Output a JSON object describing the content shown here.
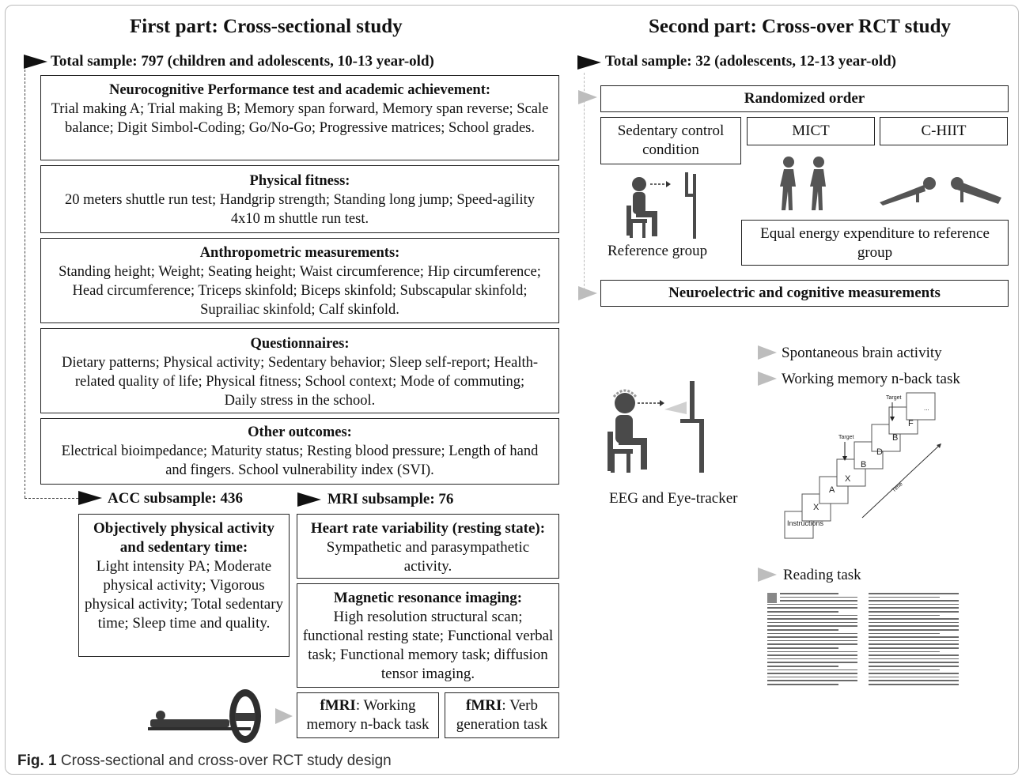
{
  "left": {
    "title": "First part: Cross-sectional study",
    "sample": "Total sample: 797 (children and adolescents, 10-13 year-old)",
    "boxes": [
      {
        "heading": "Neurocognitive Performance test and academic achievement:",
        "text": "Trial making A; Trial making B; Memory span forward, Memory span reverse; Scale balance; Digit Simbol-Coding; Go/No-Go; Progressive matrices; School grades."
      },
      {
        "heading": "Physical fitness:",
        "text": "20 meters shuttle run test; Handgrip strength; Standing long jump; Speed-agility 4x10 m shuttle run test."
      },
      {
        "heading": "Anthropometric measurements:",
        "text": "Standing height; Weight; Seating height; Waist circumference; Hip circumference; Head circumference;  Triceps skinfold; Biceps skinfold; Subscapular skinfold; Suprailiac skinfold; Calf skinfold."
      },
      {
        "heading": "Questionnaires:",
        "text": "Dietary patterns; Physical activity; Sedentary behavior; Sleep self-report; Health-related quality of life; Physical fitness; School context; Mode of commuting; Daily stress in the school."
      },
      {
        "heading": "Other outcomes:",
        "text": "Electrical bioimpedance; Maturity status; Resting blood pressure; Length of hand and fingers. School vulnerability index (SVI)."
      }
    ],
    "acc": {
      "label": "ACC subsample: 436",
      "heading": "Objectively physical activity and sedentary time:",
      "text": "Light intensity PA; Moderate physical activity; Vigorous physical activity; Total sedentary time; Sleep time and quality."
    },
    "mri": {
      "label": "MRI subsample: 76",
      "hrv_heading": "Heart rate variability (resting state):",
      "hrv_text": "Sympathetic and parasympathetic activity.",
      "mr_heading": "Magnetic resonance imaging:",
      "mr_text": "High resolution structural scan; functional resting state; Functional verbal task; Functional memory task; diffusion tensor imaging.",
      "fmri1_bold": "fMRI",
      "fmri1_text": ": Working memory n-back task",
      "fmri2_bold": "fMRI",
      "fmri2_text": ": Verb generation task"
    }
  },
  "right": {
    "title": "Second part: Cross-over RCT study",
    "sample": "Total sample: 32 (adolescents, 12-13 year-old)",
    "randomized": "Randomized order",
    "conditions": [
      "Sedentary control condition",
      "MICT",
      "C-HIIT"
    ],
    "reference_group": "Reference group",
    "equal_energy": "Equal energy expenditure to reference group",
    "neuro": "Neuroelectric and cognitive measurements",
    "eeg": "EEG and Eye-tracker",
    "tasks": [
      "Spontaneous brain activity",
      "Working memory n-back task",
      "Reading task"
    ],
    "nback": {
      "instructions": "Instructions",
      "letters": [
        "X",
        "A",
        "X",
        "B",
        "D",
        "B",
        "F",
        "..."
      ],
      "target": "Target",
      "time": "Time"
    }
  },
  "caption": {
    "label": "Fig. 1",
    "text": " Cross-sectional and cross-over RCT study design"
  }
}
